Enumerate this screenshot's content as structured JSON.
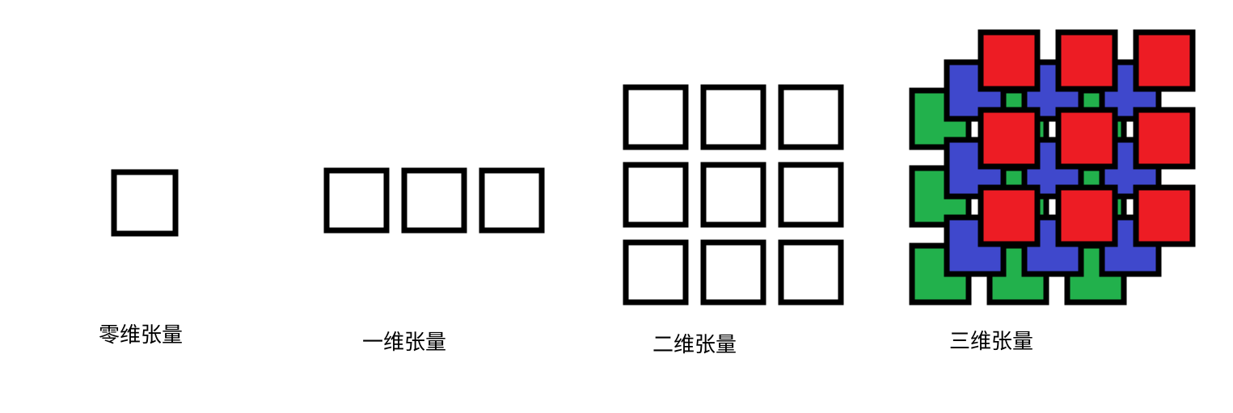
{
  "labels": {
    "scalar": "零维张量",
    "vector": "一维张量",
    "matrix": "二维张量",
    "tensor3d": "三维张量"
  },
  "colors": {
    "outline": "#000000",
    "empty_fill": "#ffffff",
    "layer_back": "#22b14c",
    "layer_middle": "#3f48cc",
    "layer_front": "#ed1c24"
  },
  "structure": {
    "scalar_cells": 1,
    "vector_cells": 3,
    "matrix_rows": 3,
    "matrix_cols": 3,
    "tensor3d_layers": 3,
    "tensor3d_rows": 3,
    "tensor3d_cols": 3
  }
}
